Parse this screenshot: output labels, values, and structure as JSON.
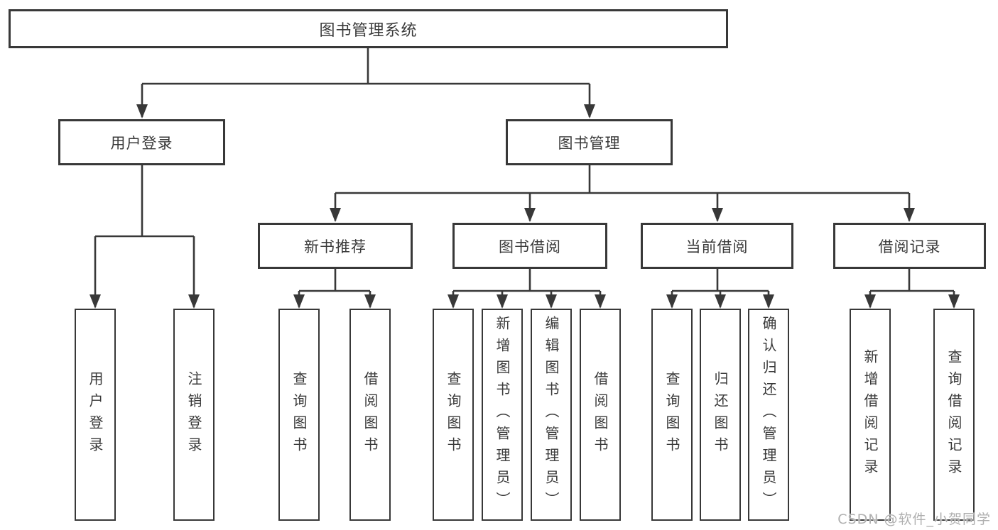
{
  "colors": {
    "line": "#383838",
    "box_border": "#383838",
    "text": "#3a3a3a",
    "watermark": "#a8a8a8",
    "background": "#ffffff"
  },
  "diagram": {
    "type": "tree",
    "root": {
      "label": "图书管理系统"
    },
    "branches": [
      {
        "label": "用户登录",
        "children": [
          {
            "label": "用户登录"
          },
          {
            "label": "注销登录"
          }
        ]
      },
      {
        "label": "图书管理",
        "children": [
          {
            "label": "新书推荐",
            "children": [
              {
                "label": "查询图书"
              },
              {
                "label": "借阅图书"
              }
            ]
          },
          {
            "label": "图书借阅",
            "children": [
              {
                "label": "查询图书"
              },
              {
                "label": "新增图书（管理员）"
              },
              {
                "label": "编辑图书（管理员）"
              },
              {
                "label": "借阅图书"
              }
            ]
          },
          {
            "label": "当前借阅",
            "children": [
              {
                "label": "查询图书"
              },
              {
                "label": "归还图书"
              },
              {
                "label": "确认归还（管理员）"
              }
            ]
          },
          {
            "label": "借阅记录",
            "children": [
              {
                "label": "新增借阅记录"
              },
              {
                "label": "查询借阅记录"
              }
            ]
          }
        ]
      }
    ]
  },
  "watermark": "CSDN @软件_小贺同学"
}
